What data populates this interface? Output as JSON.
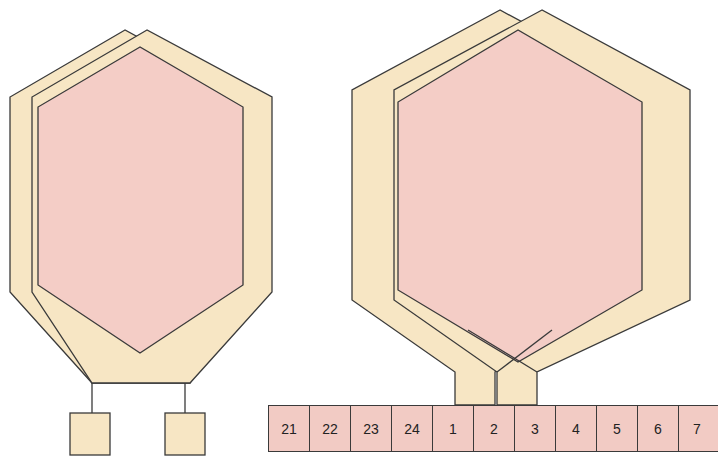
{
  "diagram": {
    "nodes": [
      {
        "text": [
          "21"
        ]
      },
      {
        "text": [
          "22"
        ]
      },
      {
        "text": [
          "23"
        ]
      },
      {
        "text": [
          "24"
        ]
      },
      {
        "text": [
          "1"
        ]
      },
      {
        "text": [
          "2"
        ]
      },
      {
        "text": [
          "3"
        ]
      },
      {
        "text": [
          "4"
        ]
      },
      {
        "text": [
          "5"
        ]
      },
      {
        "text": [
          "6"
        ]
      },
      {
        "text": [
          "7"
        ]
      }
    ]
  }
}
